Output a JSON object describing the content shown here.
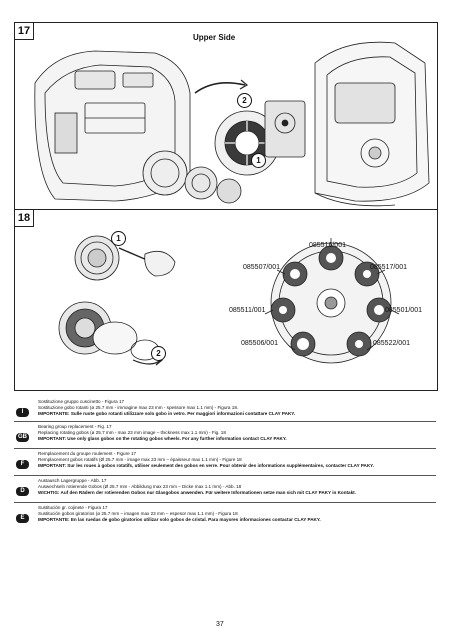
{
  "figures": {
    "fig17": {
      "number": "17",
      "upper_side_label": "Upper Side",
      "callouts": [
        "2",
        "1"
      ]
    },
    "fig18": {
      "number": "18",
      "callouts": [
        "1",
        "2"
      ],
      "part_labels": [
        "085516/001",
        "085507/001",
        "085517/001",
        "085511/001",
        "085501/001",
        "085506/001",
        "085522/001"
      ]
    }
  },
  "languages": [
    {
      "code": "I",
      "lines": [
        "Sostituzione gruppo cuscinetto - Figura 17",
        "Sostituzione gobo rotanti (ø 25.7 mm - immagine max 23 mm - spessore max 1.1 mm) - Figura 18.",
        "IMPORTANTE: Sulle ruote gobo rotanti utilizzare solo gobo in vetro. Per maggiori informazioni contattare CLAY PAKY."
      ]
    },
    {
      "code": "GB",
      "lines": [
        "Bearing group replacement - Fig. 17",
        "Replacing rotating gobos (ø 25.7 mm - max 23 mm image – thickness max 1.1 mm) - Fig. 18",
        "IMPORTANT: Use only glass gobos on the rotating gobos wheels. For any further information contact CLAY PAKY."
      ]
    },
    {
      "code": "F",
      "lines": [
        "Remplacement du groupe roulement - Figure 17",
        "Remplacement gobos rotatifs (Ø 25.7 mm - image max 23 mm – épaisseur max 1.1 mm) - Figure 18",
        "IMPORTANT: Sur les roues à gobos rotatifs, utiliser seulement des gobos en verre. Pour obtenir des informations supplémentaires, contacter CLAY PAKY."
      ]
    },
    {
      "code": "D",
      "lines": [
        "Austausch Lagergruppe - Abb. 17",
        "Auswechseln rotierende Gobos (Ø 25.7 mm - Abbildung max 23 mm – Dicke max 1.1 mm) - Abb. 18",
        "WICHTIG: Auf den Rädern der rotierenden Gobos nur Glasgobos anwenden. Für weitere Informationen setze man sich mit CLAY PAKY in Kontakt."
      ]
    },
    {
      "code": "E",
      "lines": [
        "Sustitución gr. cojinete - Figura 17",
        "Sustitución gobos giratorios (ø 25.7 mm – imagen max 23 mm – espesor max 1.1 mm) - Figura 18",
        "IMPORTANTE: En las ruedas de gobo giratorios utilizar solo gobos de cristal. Para mayores informaciones contactar CLAY PAKY."
      ]
    }
  ],
  "page_number": "37"
}
